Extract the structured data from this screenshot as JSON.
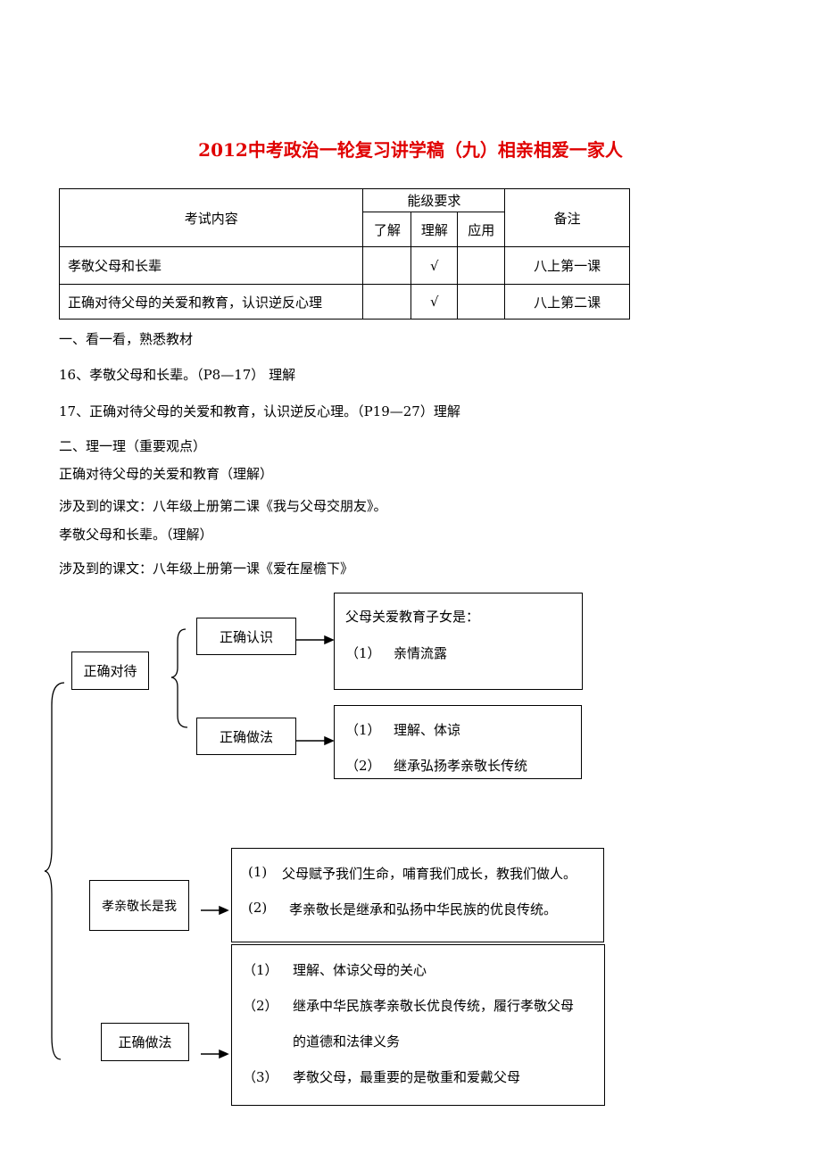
{
  "title": "2012中考政治一轮复习讲学稿（九）相亲相爱一家人",
  "table": {
    "headers": {
      "content": "考试内容",
      "level": "能级要求",
      "levels": [
        "了解",
        "理解",
        "应用"
      ],
      "note": "备注"
    },
    "rows": [
      {
        "content": "孝敬父母和长辈",
        "levels": [
          "",
          "√",
          ""
        ],
        "note": "八上第一课"
      },
      {
        "content": "正确对待父母的关爱和教育，认识逆反心理",
        "levels": [
          "",
          "√",
          ""
        ],
        "note": "八上第二课"
      }
    ]
  },
  "lines": [
    "一、看一看，熟悉教材",
    "16、孝敬父母和长辈。（P8—17）  理解",
    "17、正确对待父母的关爱和教育，认识逆反心理。（P19—27）理解",
    "二、理一理（重要观点）",
    "正确对待父母的关爱和教育（理解）",
    "涉及到的课文：八年级上册第二课《我与父母交朋友》。",
    "孝敬父母和长辈。（理解）",
    "涉及到的课文：八年级上册第一课《爱在屋檐下》"
  ],
  "diagram": {
    "a": {
      "label": "正确对待",
      "understand": {
        "label": "正确认识",
        "title": "父母关爱教育子女是：",
        "items": [
          {
            "n": "（1）",
            "t": "亲情流露"
          }
        ]
      },
      "practice": {
        "label": "正确做法",
        "items": [
          {
            "n": "（1）",
            "t": "理解、体谅"
          },
          {
            "n": "（2）",
            "t": "继承弘扬孝亲敬长传统"
          }
        ]
      }
    },
    "b": {
      "label": "孝亲敬长是我",
      "items": [
        {
          "n": "(1)",
          "t": "父母赋予我们生命，哺育我们成长，教我们做人。"
        },
        {
          "n": "(2)",
          "t": "孝亲敬长是继承和弘扬中华民族的优良传统。"
        }
      ]
    },
    "c": {
      "label": "正确做法",
      "items": [
        {
          "n": "（1）",
          "t": "理解、体谅父母的关心"
        },
        {
          "n": "（2）",
          "t": "继承中华民族孝亲敬长优良传统，履行孝敬父母"
        },
        {
          "n": "",
          "t": "的道德和法律义务"
        },
        {
          "n": "（3）",
          "t": "孝敬父母，最重要的是敬重和爱戴父母"
        }
      ]
    }
  },
  "colors": {
    "title": "#e00000"
  }
}
